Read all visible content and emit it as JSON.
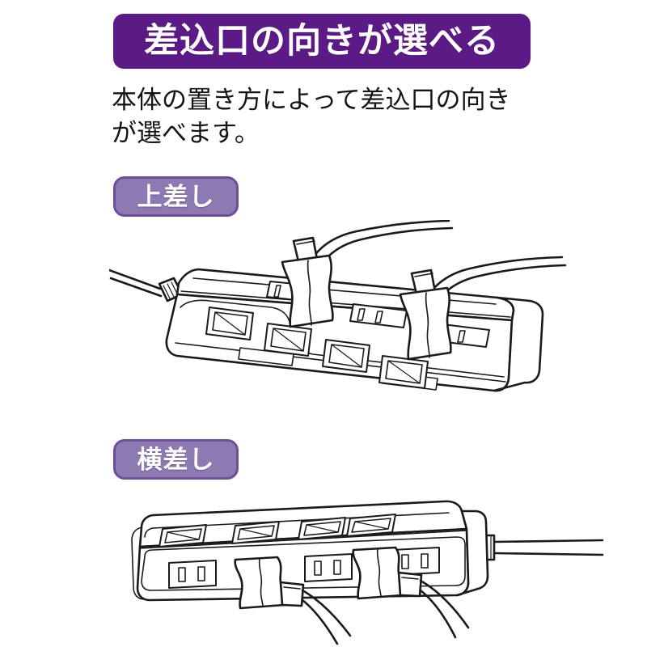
{
  "header": {
    "title": "差込口の向きが選べる",
    "bg_color": "#5b1a86",
    "text_color": "#ffffff"
  },
  "description": {
    "line1": "本体の置き方によって差込口の向き",
    "line2": "が選べます。",
    "full_text": "本体の置き方によって差込口の向きが選べます。"
  },
  "sections": [
    {
      "badge_label": "上差し",
      "badge_bg_color": "#8e7ab3",
      "badge_border_color": "#6d4f97",
      "illustration": {
        "name": "power-strip-top-insert",
        "description": "斜めから見た電源タップ、上面の差込口に2本のプラグを差し込み、前面に4つのスイッチ、左端から電源コードが出ている",
        "outlet_count": 4,
        "switch_count": 4,
        "plugs_inserted": 2,
        "cord_exit": "left"
      }
    },
    {
      "badge_label": "横差し",
      "badge_bg_color": "#8e7ab3",
      "badge_border_color": "#6d4f97",
      "illustration": {
        "name": "power-strip-side-insert",
        "description": "横に寝かせた電源タップ、前面の差込口に2本のプラグを差し込み、上面に4つのスイッチ、右端から電源コードが出ている",
        "outlet_count": 4,
        "switch_count": 4,
        "plugs_inserted": 2,
        "cord_exit": "right"
      }
    }
  ],
  "colors": {
    "page_background": "#ffffff",
    "line_art": "#1a1a1a",
    "accent_purple": "#5b1a86",
    "badge_purple": "#8e7ab3"
  }
}
